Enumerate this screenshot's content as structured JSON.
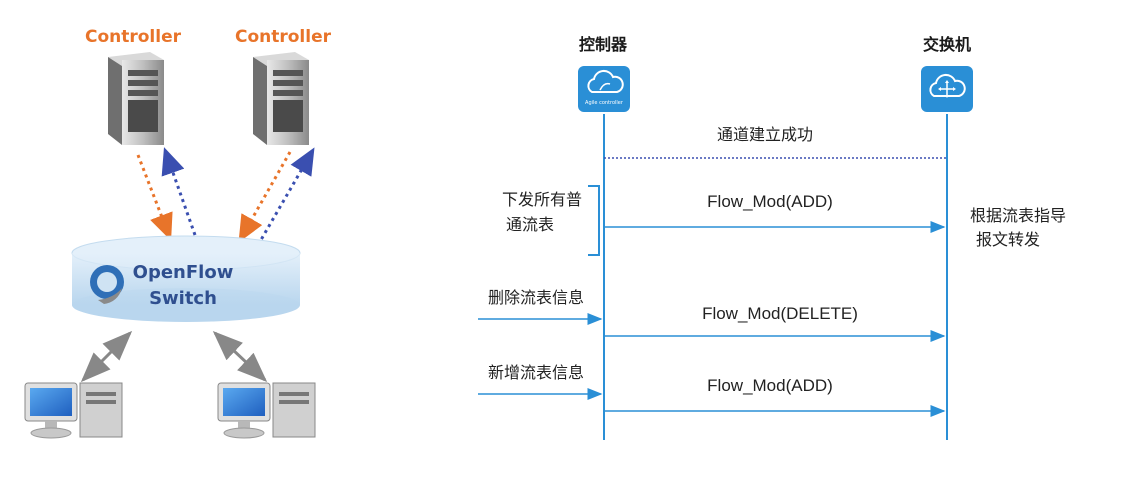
{
  "left_diagram": {
    "controllers": [
      "Controller",
      "Controller"
    ],
    "switch_label_line1": "OpenFlow",
    "switch_label_line2": "Switch"
  },
  "sequence": {
    "controller_title": "控制器",
    "switch_title": "交换机",
    "controller_icon_caption": "Agile controller",
    "channel_established": "通道建立成功",
    "step1_label_line1": "下发所有普",
    "step1_label_line2": "通流表",
    "step1_message": "Flow_Mod(ADD)",
    "switch_note_line1": "根据流表指导",
    "switch_note_line2": "报文转发",
    "step2_label": "删除流表信息",
    "step2_message": "Flow_Mod(DELETE)",
    "step3_label": "新增流表信息",
    "step3_message": "Flow_Mod(ADD)"
  },
  "colors": {
    "accent_blue": "#2a8fd6",
    "orange": "#e8742a",
    "dark_blue": "#2f4f8f",
    "switch_fill": "#cfe3f3"
  }
}
